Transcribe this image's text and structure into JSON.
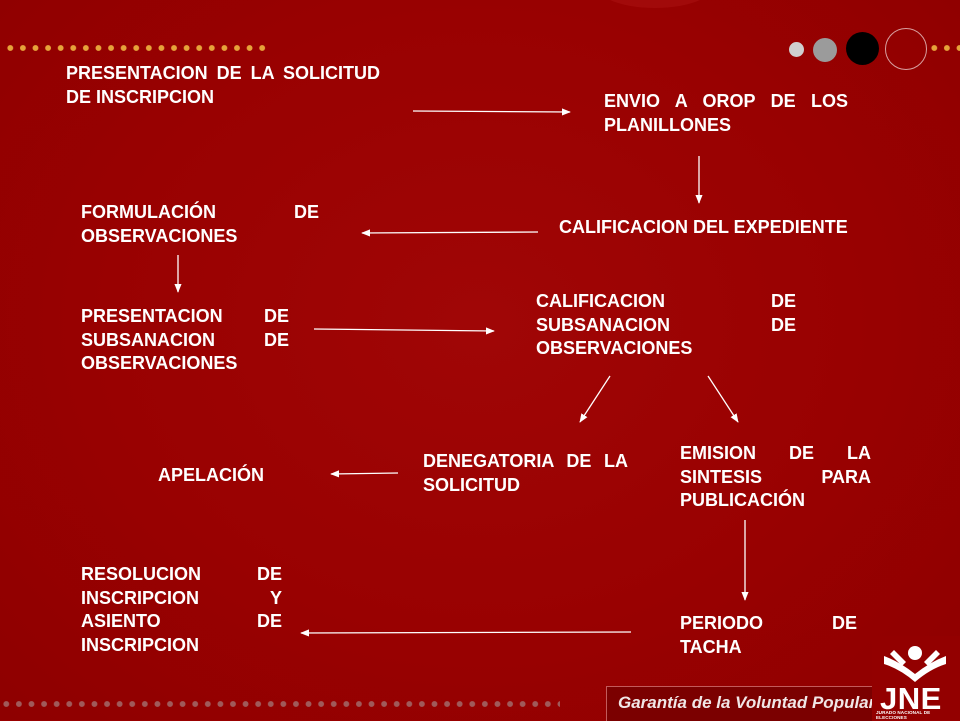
{
  "nodes": {
    "presentacion_solicitud": "PRESENTACION DE LA SOLICITUD DE INSCRIPCION",
    "envio_planillones": "ENVIO A OROP DE LOS PLANILLONES",
    "formulacion_observaciones": "FORMULACIÓN DE OBSERVACIONES",
    "calificacion_expediente": "CALIFICACION DEL EXPEDIENTE",
    "presentacion_subsanacion": "PRESENTACION DE SUBSANACION DE OBSERVACIONES",
    "calificacion_subsanacion": "CALIFICACION DE SUBSANACION DE OBSERVACIONES",
    "apelacion": "APELACIÓN",
    "denegatoria": "DENEGATORIA DE LA SOLICITUD",
    "emision_sintesis": "EMISION DE LA SINTESIS PARA PUBLICACIÓN",
    "resolucion_inscripcion": "RESOLUCION DE INSCRIPCION Y ASIENTO DE INSCRIPCION",
    "periodo_tacha": "PERIODO DE TACHA"
  },
  "edges": [
    {
      "from": "presentacion_solicitud",
      "to": "envio_planillones"
    },
    {
      "from": "envio_planillones",
      "to": "calificacion_expediente"
    },
    {
      "from": "calificacion_expediente",
      "to": "formulacion_observaciones"
    },
    {
      "from": "formulacion_observaciones",
      "to": "presentacion_subsanacion"
    },
    {
      "from": "presentacion_subsanacion",
      "to": "calificacion_subsanacion"
    },
    {
      "from": "calificacion_subsanacion",
      "to": "denegatoria"
    },
    {
      "from": "calificacion_subsanacion",
      "to": "emision_sintesis"
    },
    {
      "from": "denegatoria",
      "to": "apelacion"
    },
    {
      "from": "emision_sintesis",
      "to": "periodo_tacha"
    },
    {
      "from": "periodo_tacha",
      "to": "resolucion_inscripcion"
    }
  ],
  "footer": {
    "tagline": "Garantía de la Voluntad Popular",
    "logo": "JNE",
    "logo_subtitle": "JURADO NACIONAL DE ELECCIONES"
  },
  "colors": {
    "background": "#990000",
    "text": "#ffffff",
    "arrow": "#ffffff",
    "dots": "#e6a33a"
  }
}
